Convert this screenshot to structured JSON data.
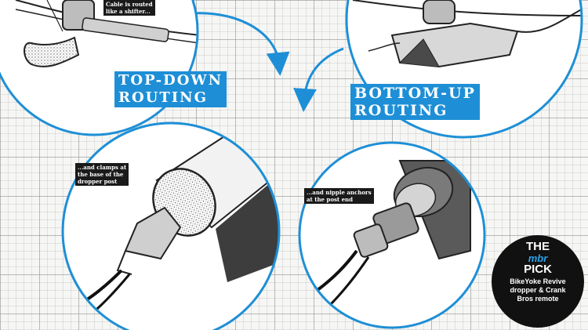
{
  "labels": {
    "top_down": [
      "TOP-DOWN",
      "ROUTING"
    ],
    "bottom_up": [
      "BOTTOM-UP",
      "ROUTING"
    ]
  },
  "captions": {
    "shifter": [
      "Cable is routed",
      "like a shifter..."
    ],
    "clamps": [
      "...and clamps at",
      "the base of the",
      "dropper post"
    ],
    "nipple": [
      "...and nipple anchors",
      "at the post end"
    ]
  },
  "badge": {
    "line1": "THE",
    "line2": "mbr",
    "line3": "PICK",
    "line4": "BikeYoke Revive",
    "line5": "dropper & Crank",
    "line6": "Bros remote"
  },
  "colors": {
    "accent": "#1e8fd6",
    "badge_bg": "#111111",
    "badge_brand": "#2aa5ea"
  }
}
